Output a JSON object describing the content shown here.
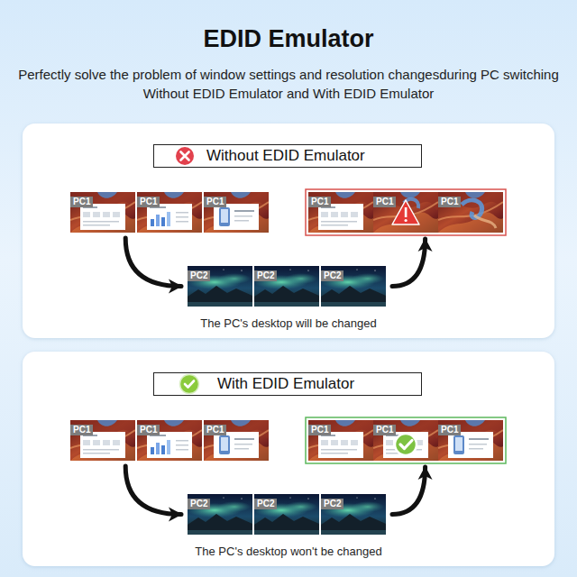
{
  "diagram": {
    "title": "EDID Emulator",
    "caption": "Perfectly solve the problem of window settings and resolution changesduring PC switching Without EDID Emulator and With EDID Emulator",
    "nodes": [
      {
        "text": [
          "The PC's desktop will be changed"
        ]
      },
      {
        "text": [
          "Without EDID Emulator"
        ],
        "in": 0
      },
      {
        "text": [
          "PC1"
        ],
        "in": 0
      },
      {
        "text": [
          "PC1"
        ],
        "in": 0
      },
      {
        "text": [
          "PC1"
        ],
        "in": 0
      },
      {
        "text": [
          "PC1"
        ],
        "in": 0
      },
      {
        "text": [
          "PC1"
        ],
        "in": 0
      },
      {
        "text": [
          "PC1"
        ],
        "in": 0
      },
      {
        "text": [
          "PC2"
        ],
        "in": 0
      },
      {
        "text": [
          "PC2"
        ],
        "in": 0
      },
      {
        "text": [
          "PC2"
        ],
        "in": 0
      },
      {
        "text": [
          "The PC's desktop won't be changed"
        ]
      },
      {
        "text": [
          "With EDID Emulator"
        ],
        "in": 11
      },
      {
        "text": [
          "PC1"
        ],
        "in": 11
      },
      {
        "text": [
          "PC1"
        ],
        "in": 11
      },
      {
        "text": [
          "PC1"
        ],
        "in": 11
      },
      {
        "text": [
          "PC1"
        ],
        "in": 11
      },
      {
        "text": [
          "PC1"
        ],
        "in": 11
      },
      {
        "text": [
          "PC1"
        ],
        "in": 11
      },
      {
        "text": [
          "PC2"
        ],
        "in": 11
      },
      {
        "text": [
          "PC2"
        ],
        "in": 11
      },
      {
        "text": [
          "PC2"
        ],
        "in": 11
      }
    ],
    "edges": [
      {
        "from": 2,
        "to": 8,
        "arrow": "to"
      },
      {
        "from": 10,
        "to": 6,
        "arrow": "to"
      },
      {
        "from": 13,
        "to": 19,
        "arrow": "to"
      },
      {
        "from": 21,
        "to": 17,
        "arrow": "to"
      }
    ]
  }
}
